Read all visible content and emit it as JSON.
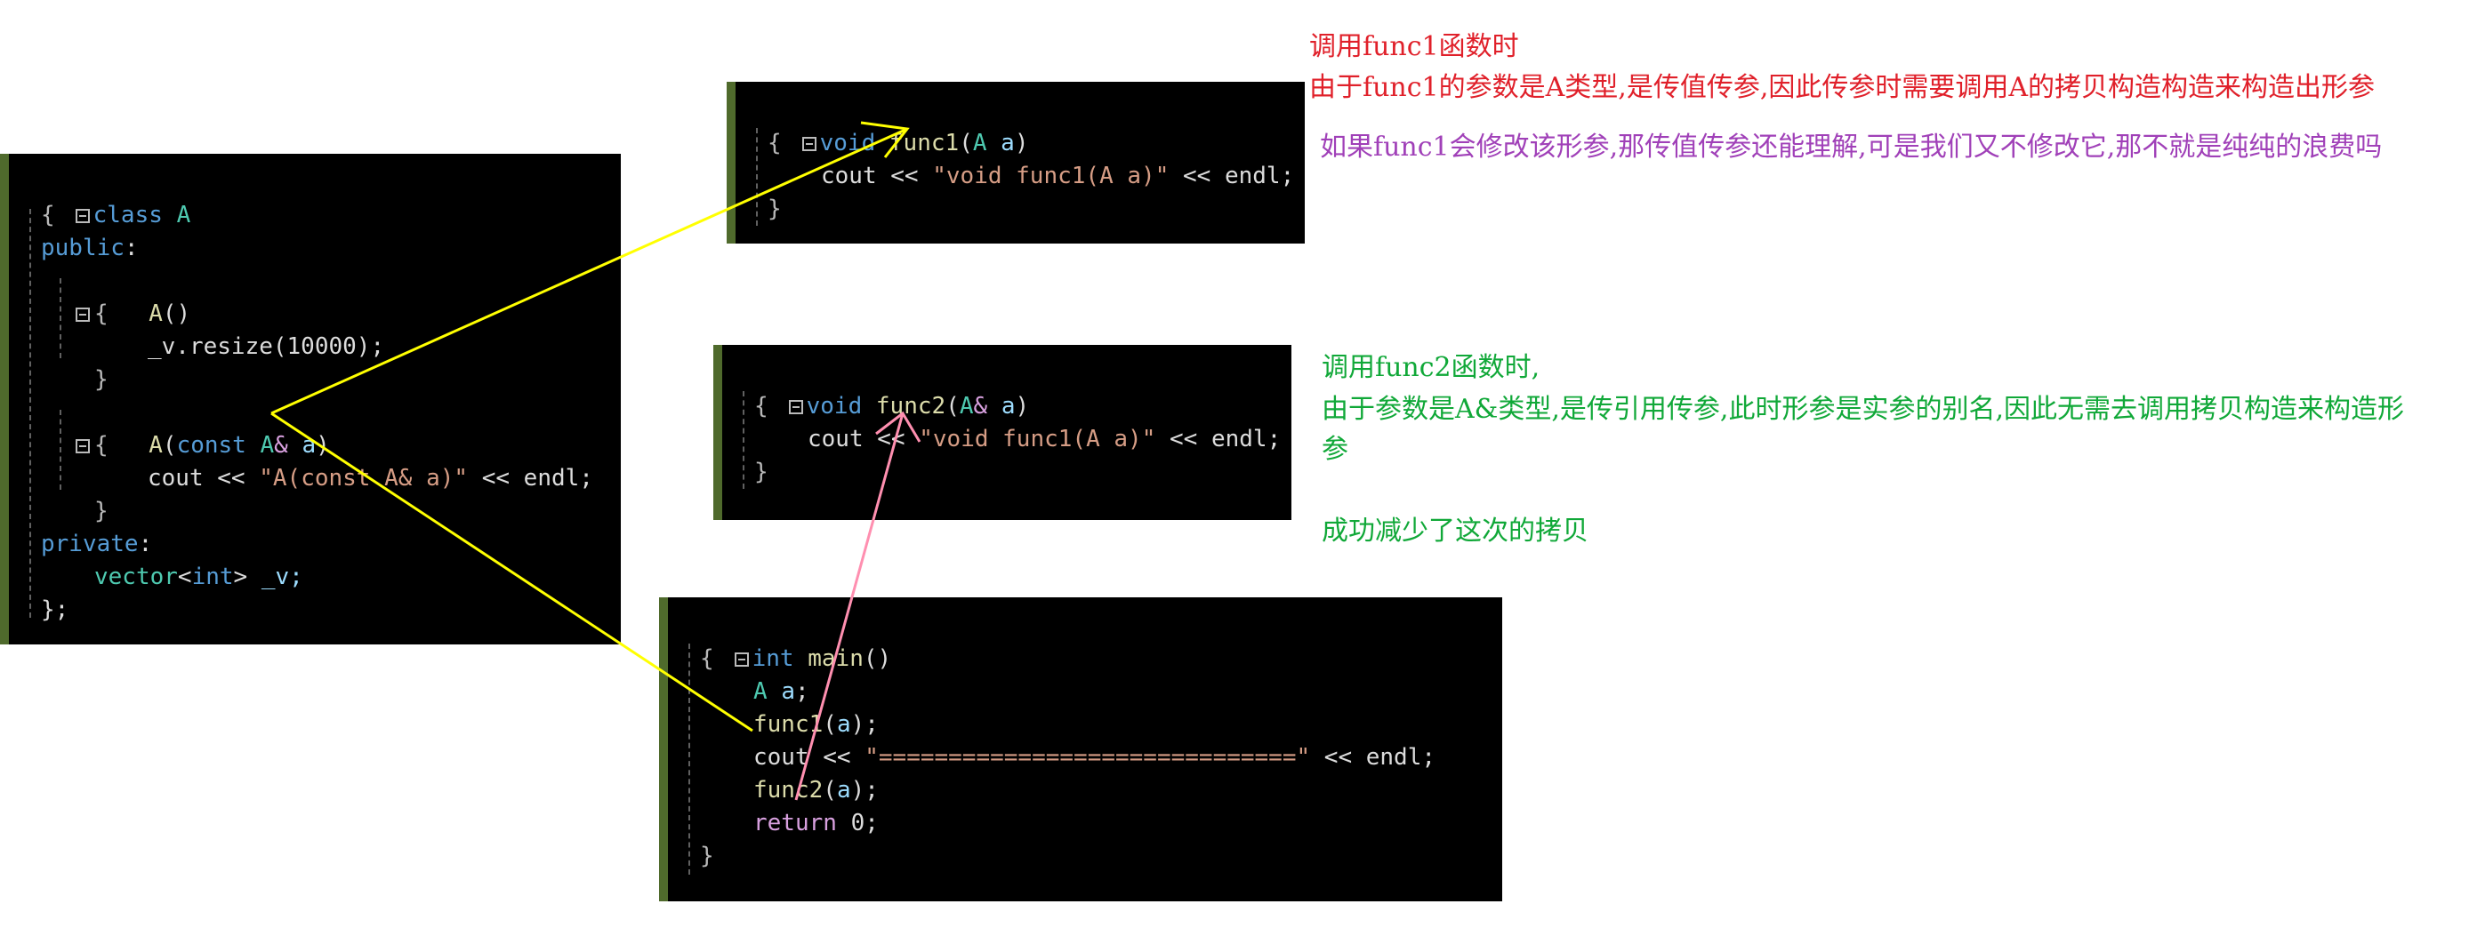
{
  "class_code": {
    "l1_kw": "class",
    "l1_name": "A",
    "l2": "{",
    "l3_kw": "public",
    "l4_fn": "A",
    "l4_rest": "()",
    "l5": "{",
    "l6": "_v.resize(10000);",
    "l7": "}",
    "l8_fn": "A",
    "l8_kw": "const",
    "l8_ty": "A",
    "l8_amp": "&",
    "l8_pa": "a",
    "l9": "{",
    "l10_a": "cout << ",
    "l10_str": "\"A(const A& a)\"",
    "l10_b": " << endl;",
    "l11": "}",
    "l12_kw": "private",
    "l13_ty": "vector",
    "l13_kw": "int",
    "l13_rest": " _v;",
    "l14": "};"
  },
  "func1_code": {
    "l1_kw": "void",
    "l1_fn": "func1",
    "l1_ty": "A",
    "l1_pa": "a",
    "l2": "{",
    "l3_a": "cout << ",
    "l3_str": "\"void func1(A a)\"",
    "l3_b": " << endl;",
    "l4": "}"
  },
  "func2_code": {
    "l1_kw": "void",
    "l1_fn": "func2",
    "l1_ty": "A",
    "l1_amp": "&",
    "l1_pa": "a",
    "l2": "{",
    "l3_a": "cout << ",
    "l3_str": "\"void func1(A a)\"",
    "l3_b": " << endl;",
    "l4": "}"
  },
  "main_code": {
    "l1_kw": "int",
    "l1_fn": "main",
    "l1_rest": "()",
    "l2": "{",
    "l3_ty": "A",
    "l3_pa": "a",
    "l4_fn": "func1",
    "l4_pa": "a",
    "l5_a": "cout << ",
    "l5_str": "\"==============================\"",
    "l5_b": " << endl;",
    "l6_fn": "func2",
    "l6_pa": "a",
    "l7_kw": "return",
    "l7_rest": " 0;",
    "l8": "}"
  },
  "notes": {
    "func1_title": "调用func1函数时",
    "func1_reason": "由于func1的参数是A类型,是传值传参,因此传参时需要调用A的拷贝构造构造来构造出形参",
    "func1_waste": "如果func1会修改该形参,那传值传参还能理解,可是我们又不修改它,那不就是纯纯的浪费吗",
    "func2_title": "调用func2函数时,",
    "func2_reason_1": "由于参数是A&类型,是传引用传参,此时形参是实参的别名,因此无需去调用拷贝构造来构造形",
    "func2_reason_2": "参",
    "func2_result": "成功减少了这次的拷贝"
  },
  "colors": {
    "red_note": "#e0202a",
    "purple_note": "#a040b8",
    "green_note": "#10a838",
    "yellow_arrow": "#ffff00",
    "pink_arrow": "#ff8fb0"
  }
}
